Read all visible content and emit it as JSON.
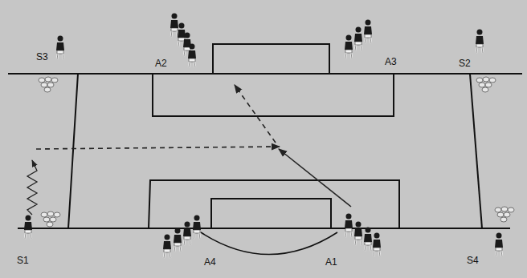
{
  "diagram": {
    "labels": [
      "S3",
      "A2",
      "A3",
      "S2",
      "S1",
      "A4",
      "A1",
      "S4"
    ]
  }
}
